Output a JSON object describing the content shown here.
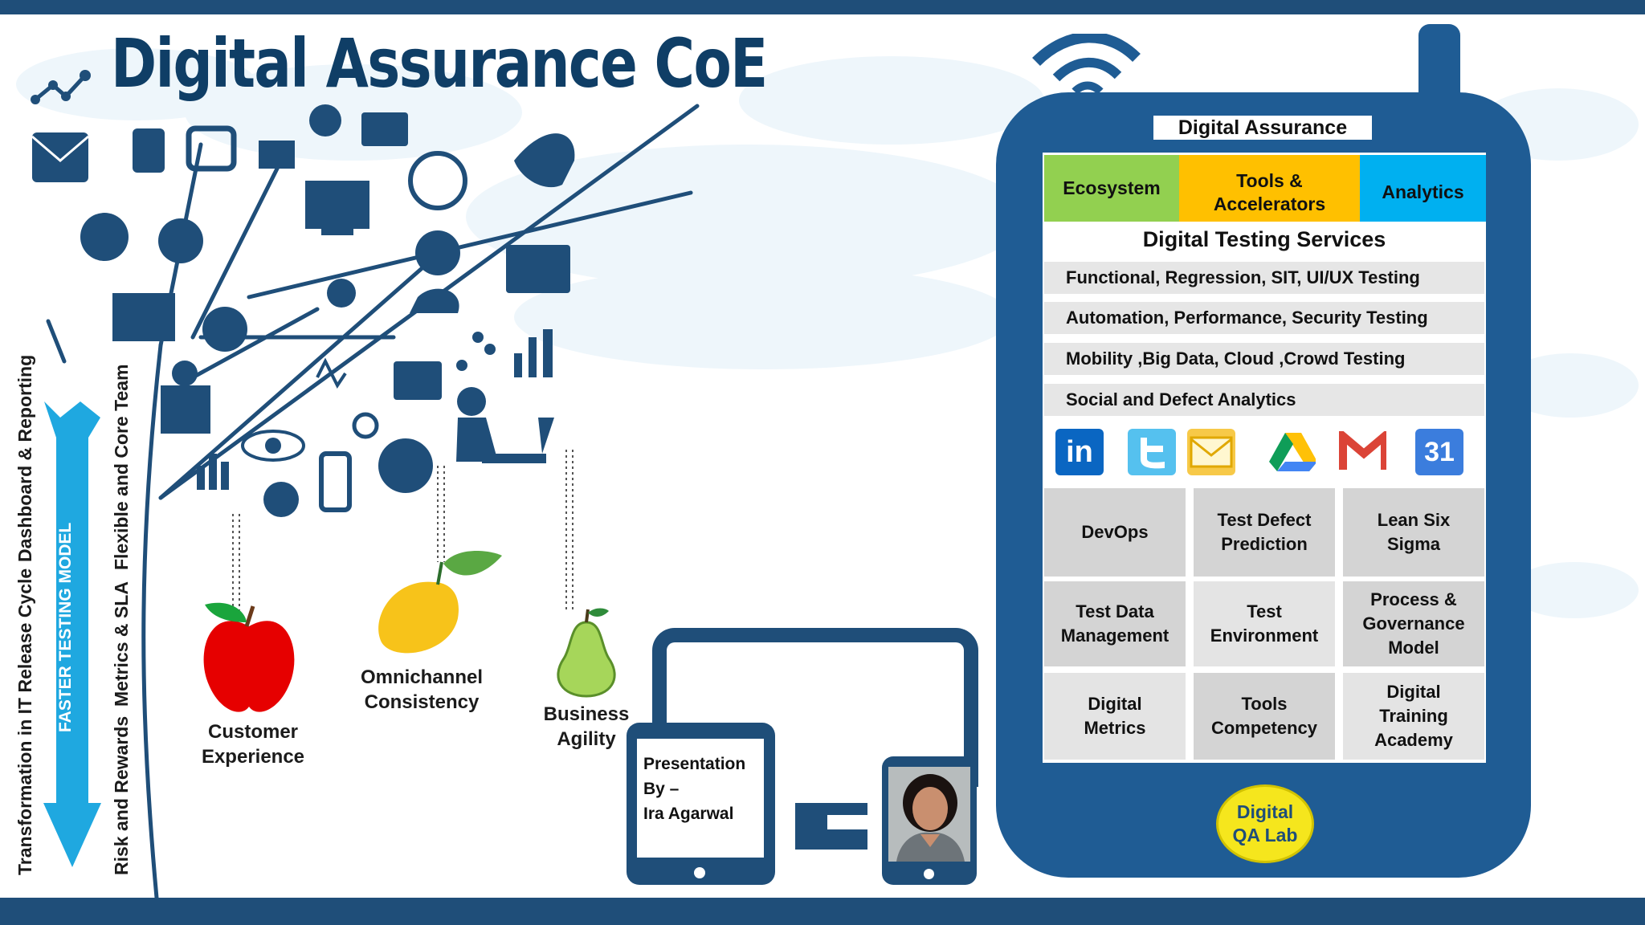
{
  "title": "Digital Assurance CoE",
  "left_model": {
    "arrow_label": "FASTER TESTING MODEL",
    "column1": [
      "Transformation in IT Release Cycle",
      "Dashboard & Reporting"
    ],
    "column2": [
      "Risk and Rewards",
      "Metrics & SLA",
      "Flexible and Core Team"
    ]
  },
  "fruits": [
    {
      "label": "Customer\nExperience"
    },
    {
      "label": "Omnichannel\nConsistency"
    },
    {
      "label": "Business\nAgility"
    }
  ],
  "presentation": {
    "line1": "Presentation",
    "line2": "By –",
    "line3": "Ira  Agarwal"
  },
  "phone": {
    "header": "Digital Assurance",
    "tabs": [
      {
        "label": "Ecosystem",
        "color": "#92d050"
      },
      {
        "label": "Tools &\nAccelerators",
        "color": "#ffc000"
      },
      {
        "label": "Analytics",
        "color": "#00b0f0"
      }
    ],
    "services_title": "Digital Testing Services",
    "services": [
      "Functional, Regression, SIT, UI/UX Testing",
      "Automation, Performance, Security Testing",
      "Mobility ,Big Data, Cloud ,Crowd Testing",
      "Social and Defect Analytics"
    ],
    "app_icons": [
      "linkedin-icon",
      "twitter-icon",
      "mail-icon",
      "drive-icon",
      "gmail-icon",
      "calendar-icon"
    ],
    "calendar_day": "31",
    "grid": [
      "DevOps",
      "Test Defect\nPrediction",
      "Lean Six\nSigma",
      "Test Data\nManagement",
      "Test\nEnvironment",
      "Process &\nGovernance\nModel",
      "Digital\nMetrics",
      "Tools\nCompetency",
      "Digital\nTraining\nAcademy"
    ],
    "badge": "Digital\nQA Lab"
  },
  "colors": {
    "navy": "#1f4e79",
    "phone_blue": "#1f5c94",
    "tree_blue": "#1f4e79",
    "arrow_blue": "#1fa8e0"
  }
}
